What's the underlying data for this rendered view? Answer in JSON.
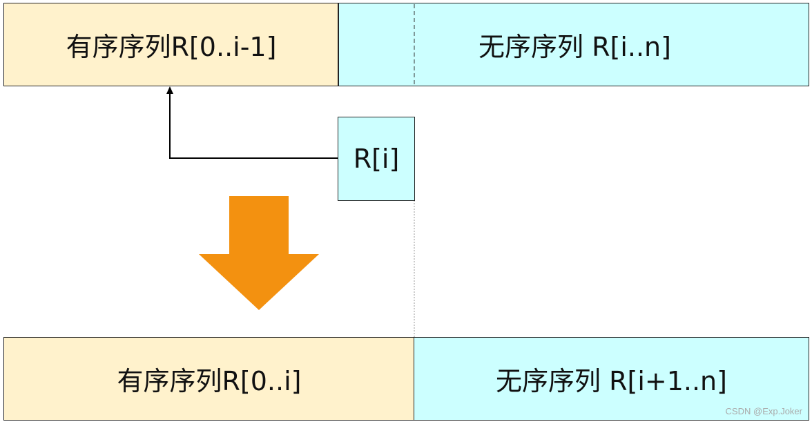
{
  "top": {
    "sorted_label": "有序序列R[0..i-1]",
    "unsorted_label": "无序序列 R[i..n]"
  },
  "element": {
    "label": "R[i]"
  },
  "bottom": {
    "sorted_label": "有序序列R[0..i]",
    "unsorted_label": "无序序列 R[i+1..n]"
  },
  "watermark": "CSDN @Exp.Joker",
  "colors": {
    "sorted": "#fff2cc",
    "unsorted": "#ccffff",
    "arrow": "#f39110"
  }
}
